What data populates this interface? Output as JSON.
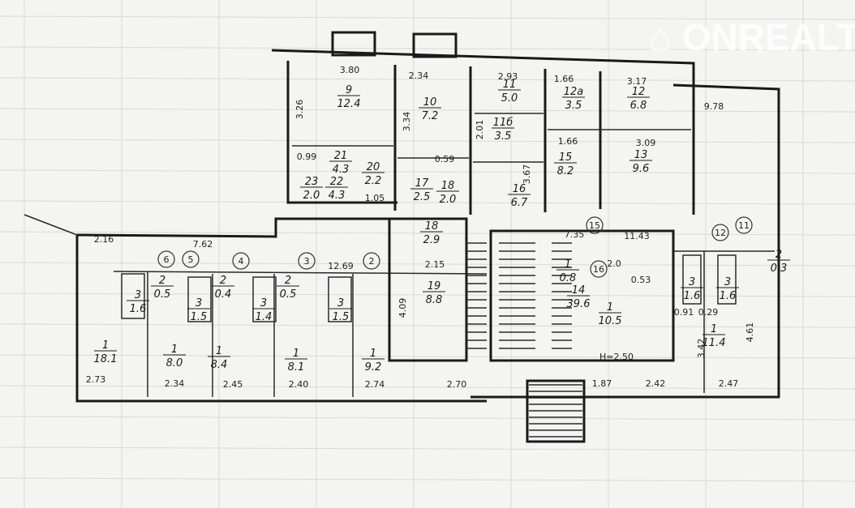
{
  "watermark": "ONREALT",
  "rooms": [
    {
      "no": "9",
      "area": "12.4"
    },
    {
      "no": "10",
      "area": "7.2"
    },
    {
      "no": "11",
      "area": "5.0"
    },
    {
      "no": "12а",
      "area": "3.5"
    },
    {
      "no": "12",
      "area": "6.8"
    },
    {
      "no": "11б",
      "area": "3.5"
    },
    {
      "no": "13",
      "area": "9.6"
    },
    {
      "no": "15",
      "area": "8.2"
    },
    {
      "no": "16",
      "area": "6.7"
    },
    {
      "no": "17",
      "area": "2.5"
    },
    {
      "no": "18",
      "area": "2.0"
    },
    {
      "no": "21",
      "area": "4.3"
    },
    {
      "no": "22",
      "area": "4.3"
    },
    {
      "no": "23",
      "area": "2.0"
    },
    {
      "no": "20",
      "area": "2.2"
    },
    {
      "no": "18",
      "area": "2.9"
    },
    {
      "no": "19",
      "area": "8.8"
    },
    {
      "no": "14",
      "area": "39.6"
    },
    {
      "no": "1",
      "area": "10.5"
    },
    {
      "no": "1",
      "area": "18.1"
    },
    {
      "no": "1",
      "area": "8.0"
    },
    {
      "no": "1",
      "area": "8.4"
    },
    {
      "no": "1",
      "area": "8.1"
    },
    {
      "no": "1",
      "area": "9.2"
    },
    {
      "no": "1",
      "area": "11.4"
    },
    {
      "no": "3",
      "area": "1.6"
    },
    {
      "no": "3",
      "area": "1.5"
    },
    {
      "no": "3",
      "area": "1.4"
    },
    {
      "no": "3",
      "area": "1.5"
    },
    {
      "no": "3",
      "area": "1.6"
    },
    {
      "no": "3",
      "area": "1.6"
    },
    {
      "no": "2",
      "area": "0.5"
    },
    {
      "no": "2",
      "area": "0.4"
    },
    {
      "no": "2",
      "area": "0.5"
    },
    {
      "no": "2",
      "area": "0.3"
    },
    {
      "no": "1",
      "area": "0.8"
    }
  ],
  "markers": [
    "6",
    "5",
    "4",
    "3",
    "2",
    "15",
    "16",
    "11",
    "12"
  ],
  "dimensions": [
    "3.80",
    "2.34",
    "2.93",
    "1.66",
    "3.17",
    "1.66",
    "3.09",
    "3.26",
    "3.34",
    "2.16",
    "7.62",
    "12.69",
    "2.15",
    "7.35",
    "11.43",
    "2.73",
    "2.34",
    "2.45",
    "2.40",
    "2.74",
    "2.70",
    "1.87",
    "2.42",
    "2.47",
    "H=2.50",
    "9.78",
    "2.0",
    "0.91",
    "0.29",
    "0.53",
    "3.42",
    "4.61",
    "4.09",
    "2.01",
    "3.67",
    "1.05",
    "0.99",
    "0.59"
  ]
}
